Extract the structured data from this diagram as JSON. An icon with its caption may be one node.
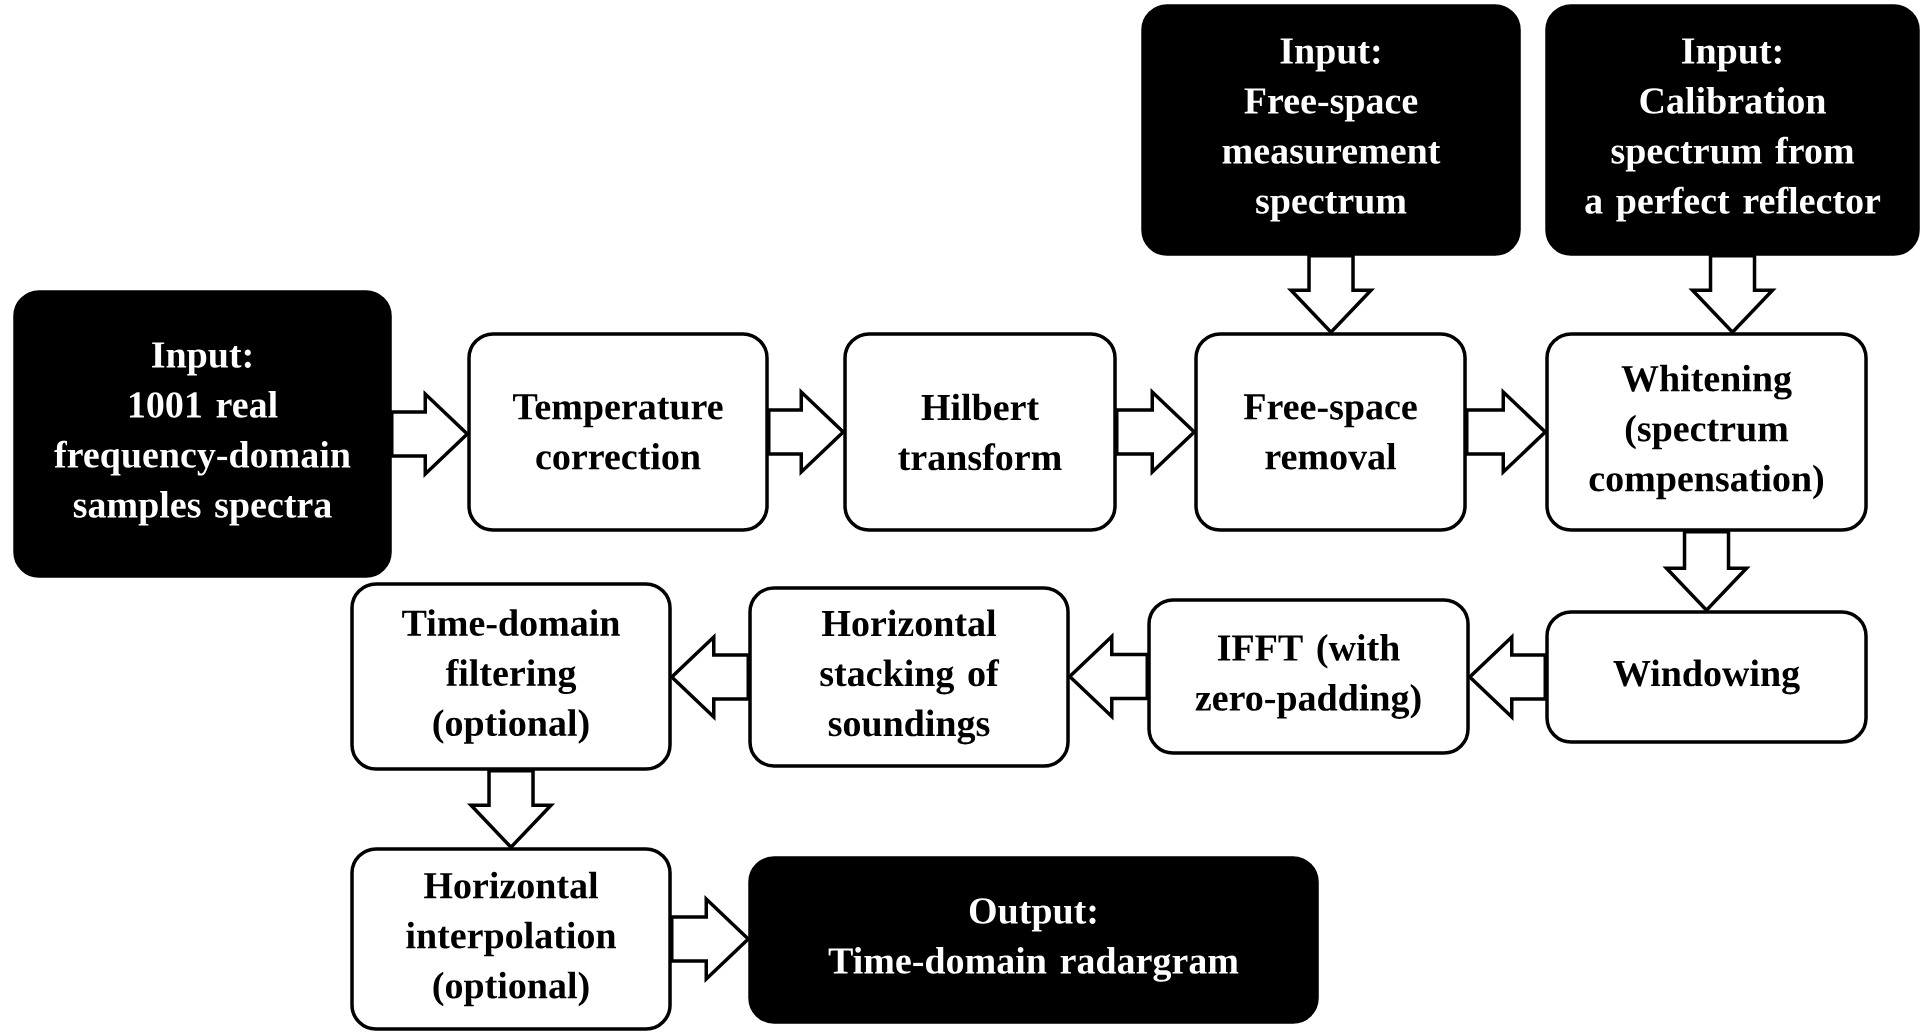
{
  "diagram": {
    "nodes": [
      {
        "text": [
          "Input:",
          "Free-space measurement spectrum"
        ]
      },
      {
        "text": [
          "Input:",
          "Calibration spectrum from a perfect reflector"
        ]
      },
      {
        "text": [
          "Input:",
          "1001 real frequency-domain samples spectra"
        ]
      },
      {
        "text": [
          "Temperature correction"
        ]
      },
      {
        "text": [
          "Hilbert transform"
        ]
      },
      {
        "text": [
          "Free-space removal"
        ]
      },
      {
        "text": [
          "Whitening (spectrum compensation)"
        ]
      },
      {
        "text": [
          "Windowing"
        ]
      },
      {
        "text": [
          "IFFT (with zero-padding)"
        ]
      },
      {
        "text": [
          "Horizontal stacking of soundings"
        ]
      },
      {
        "text": [
          "Time-domain filtering (optional)"
        ]
      },
      {
        "text": [
          "Horizontal interpolation (optional)"
        ]
      },
      {
        "text": [
          "Output:",
          "Time-domain radargram"
        ]
      }
    ],
    "edges": [
      {
        "from": 0,
        "to": 5,
        "arrow": "to"
      },
      {
        "from": 1,
        "to": 6,
        "arrow": "to"
      },
      {
        "from": 2,
        "to": 3,
        "arrow": "to"
      },
      {
        "from": 3,
        "to": 4,
        "arrow": "to"
      },
      {
        "from": 4,
        "to": 5,
        "arrow": "to"
      },
      {
        "from": 5,
        "to": 6,
        "arrow": "to"
      },
      {
        "from": 6,
        "to": 7,
        "arrow": "to"
      },
      {
        "from": 7,
        "to": 8,
        "arrow": "to"
      },
      {
        "from": 8,
        "to": 9,
        "arrow": "to"
      },
      {
        "from": 9,
        "to": 10,
        "arrow": "to"
      },
      {
        "from": 10,
        "to": 11,
        "arrow": "to"
      },
      {
        "from": 11,
        "to": 12,
        "arrow": "to"
      }
    ]
  }
}
